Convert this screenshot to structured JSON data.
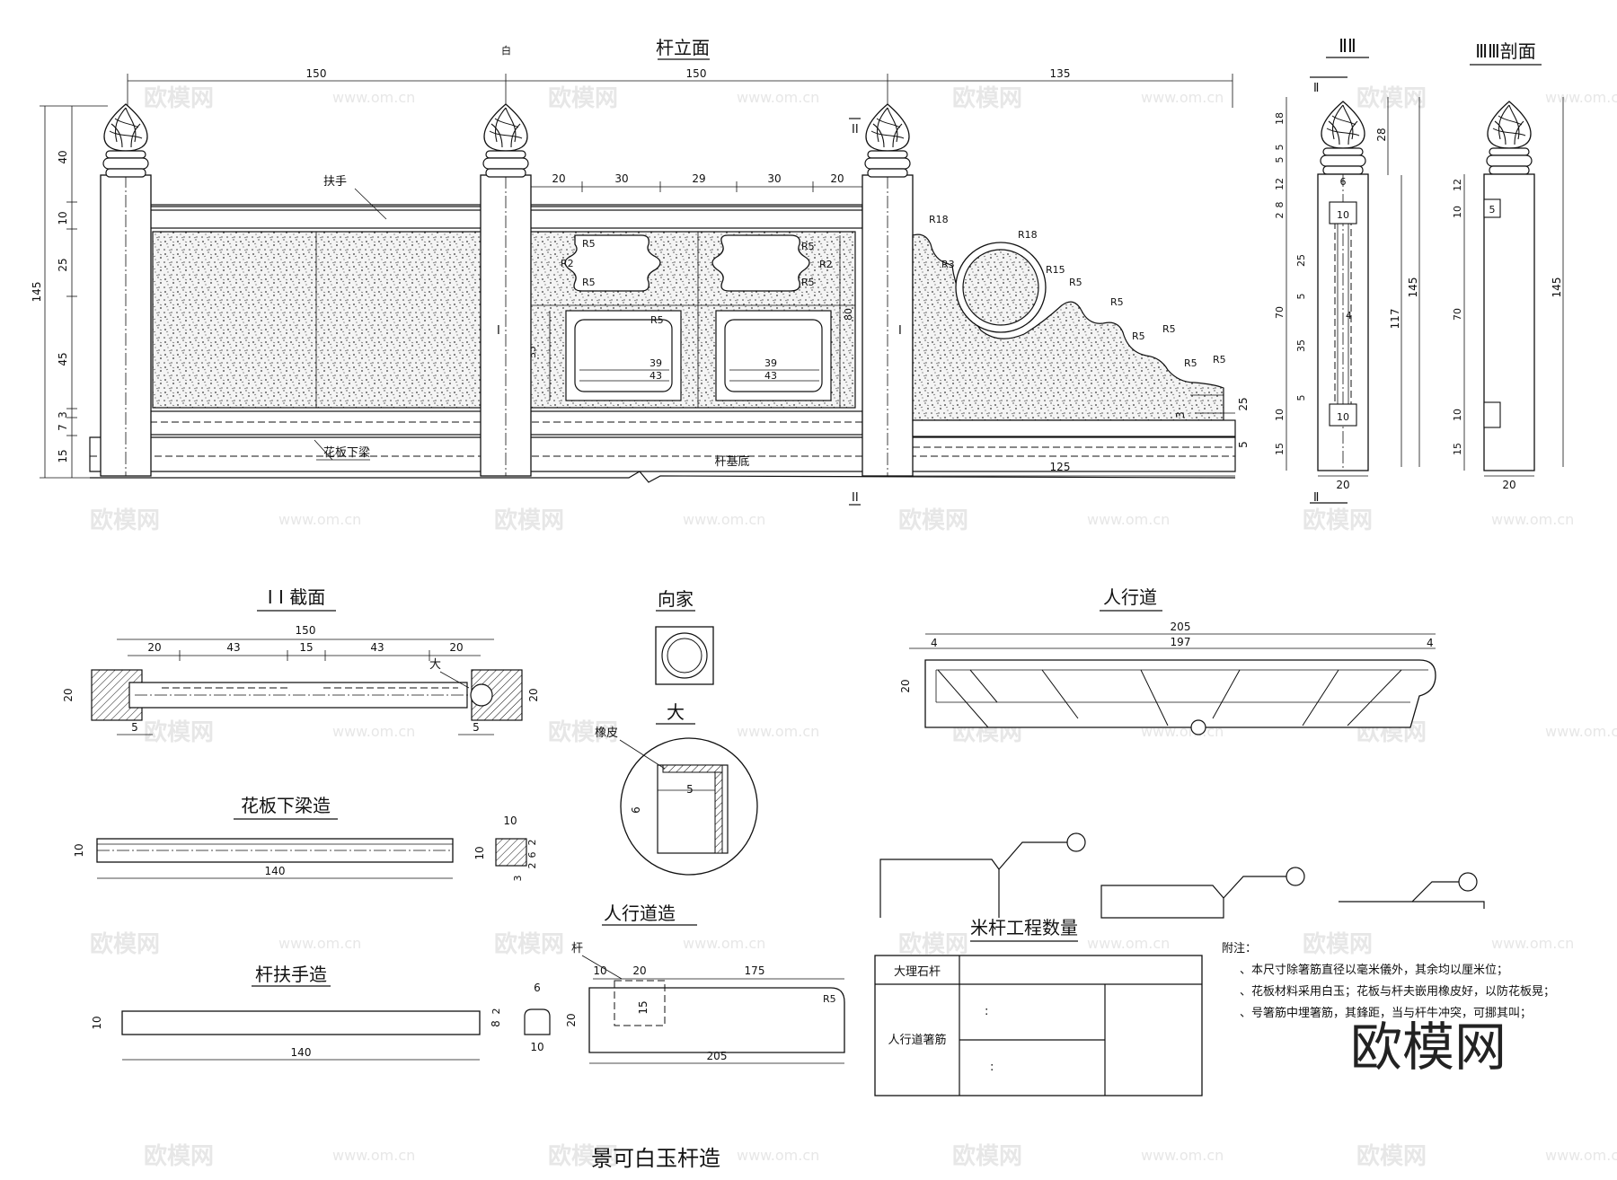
{
  "watermarks": {
    "brand": "欧模网",
    "url": "www.om.cn",
    "domain_fragment": "om.cn"
  },
  "elevation": {
    "title": "杆立面",
    "top_dims": [
      "150",
      "150",
      "135"
    ],
    "left_dims": [
      "40",
      "10",
      "25",
      "45",
      "3",
      "7",
      "15",
      "145"
    ],
    "panel_dims": [
      "20",
      "30",
      "29",
      "30",
      "20"
    ],
    "labels": {
      "handrail": "扶手",
      "lower_beam": "花板下梁",
      "base": "杆基底",
      "section2": "II",
      "section1": "I",
      "zi": "白"
    },
    "radii": [
      "R5",
      "R2",
      "R5",
      "R5",
      "R2",
      "R5",
      "R5",
      "R18",
      "R15",
      "R3",
      "R5",
      "R5",
      "R5",
      "R5",
      "R5",
      "R5",
      "R5"
    ],
    "inner_dims": [
      "35",
      "39",
      "43",
      "80",
      "3",
      "5",
      "2",
      "3",
      "5"
    ],
    "right_dims": [
      "25",
      "3",
      "5",
      "125",
      "3"
    ]
  },
  "section2": {
    "title": "ⅡⅡ",
    "left_dims": [
      "18",
      "5",
      "5",
      "12",
      "8",
      "2",
      "25",
      "5",
      "70",
      "35",
      "5",
      "10",
      "15"
    ],
    "right_dims": [
      "28",
      "117",
      "145"
    ],
    "inner": [
      "6",
      "10",
      "10",
      "4"
    ],
    "bottom": "20",
    "mark": "Ⅱ"
  },
  "section3": {
    "title": "ⅢⅢ剖面",
    "left_dims": [
      "12",
      "10",
      "70",
      "10",
      "15"
    ],
    "right_dims": [
      "145"
    ],
    "inner": "5",
    "bottom": "20"
  },
  "section1": {
    "title": "I I 截面",
    "total": "150",
    "dims": [
      "20",
      "43",
      "15",
      "43",
      "20"
    ],
    "side": [
      "20",
      "20"
    ],
    "bottom": [
      "5",
      "5"
    ],
    "label": "大"
  },
  "detail": {
    "top_title": "向家",
    "bottom_title": "大",
    "rubber": "橡皮",
    "dims": [
      "5",
      "6"
    ]
  },
  "walkway": {
    "title": "人行道",
    "dims": [
      "205",
      "197",
      "4",
      "4",
      "20"
    ]
  },
  "lower_beam": {
    "title": "花板下梁造",
    "length": "140",
    "height": "10",
    "section_dims": [
      "10",
      "10",
      "2",
      "6",
      "2",
      "3"
    ]
  },
  "walkway_detail": {
    "title": "人行道造",
    "label": "杆",
    "dims": [
      "10",
      "20",
      "175",
      "20",
      "15",
      "205",
      "R5"
    ]
  },
  "handrail_detail": {
    "title": "杆扶手造",
    "length": "140",
    "height": "10",
    "section_dims": [
      "6",
      "8",
      "2",
      "10"
    ]
  },
  "quantity_table": {
    "title": "米杆工程数量",
    "rows": [
      {
        "name": "大理石杆",
        "values": [
          ""
        ]
      },
      {
        "name": "人行道箸筋",
        "values": [
          ":",
          ":"
        ]
      }
    ]
  },
  "notes": {
    "title": "附注：",
    "lines": [
      "、本尺寸除箸筋直径以毫米儀外，其余均以厘米位；",
      "、花板材料采用白玉；花板与杆夫嵌用橡皮好，以防花板晃；",
      "、号箸筋中埋箸筋，其鋒距，当与杆牛冲突，可挪其叫；"
    ]
  },
  "footer": {
    "caption": "景可白玉杆造",
    "brand": "欧模网"
  }
}
